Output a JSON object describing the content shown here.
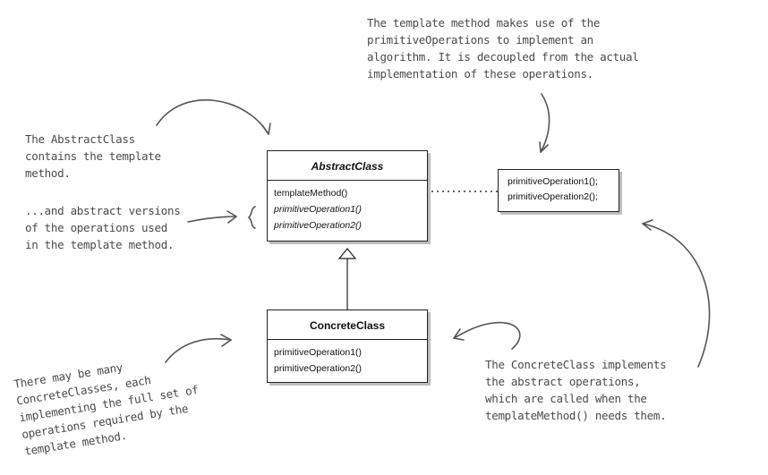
{
  "abstract_class": {
    "name": "AbstractClass",
    "operations": [
      "templateMethod()",
      "primitiveOperation1()",
      "primitiveOperation2()"
    ]
  },
  "concrete_class": {
    "name": "ConcreteClass",
    "operations": [
      "primitiveOperation1()",
      "primitiveOperation2()"
    ]
  },
  "template_box": {
    "lines": [
      "primitiveOperation1();",
      "primitiveOperation2();"
    ]
  },
  "annotations": {
    "top_right": [
      "The template method makes use of the",
      "primitiveOperations to implement an",
      "algorithm.  It is decoupled from the actual",
      "implementation of these operations."
    ],
    "abstract_class_note": [
      "The AbstractClass",
      "contains the template",
      "method."
    ],
    "abstract_versions_note": [
      "...and abstract versions",
      "of the operations used",
      "in the template method."
    ],
    "many_concrete_note": [
      "There may be many",
      "ConcreteClasses, each",
      "implementing the full set of",
      "operations required by the",
      "template method."
    ],
    "concrete_implements_note": [
      "The ConcreteClass implements",
      "the abstract operations,",
      "which are called when the",
      "templateMethod() needs them."
    ]
  }
}
